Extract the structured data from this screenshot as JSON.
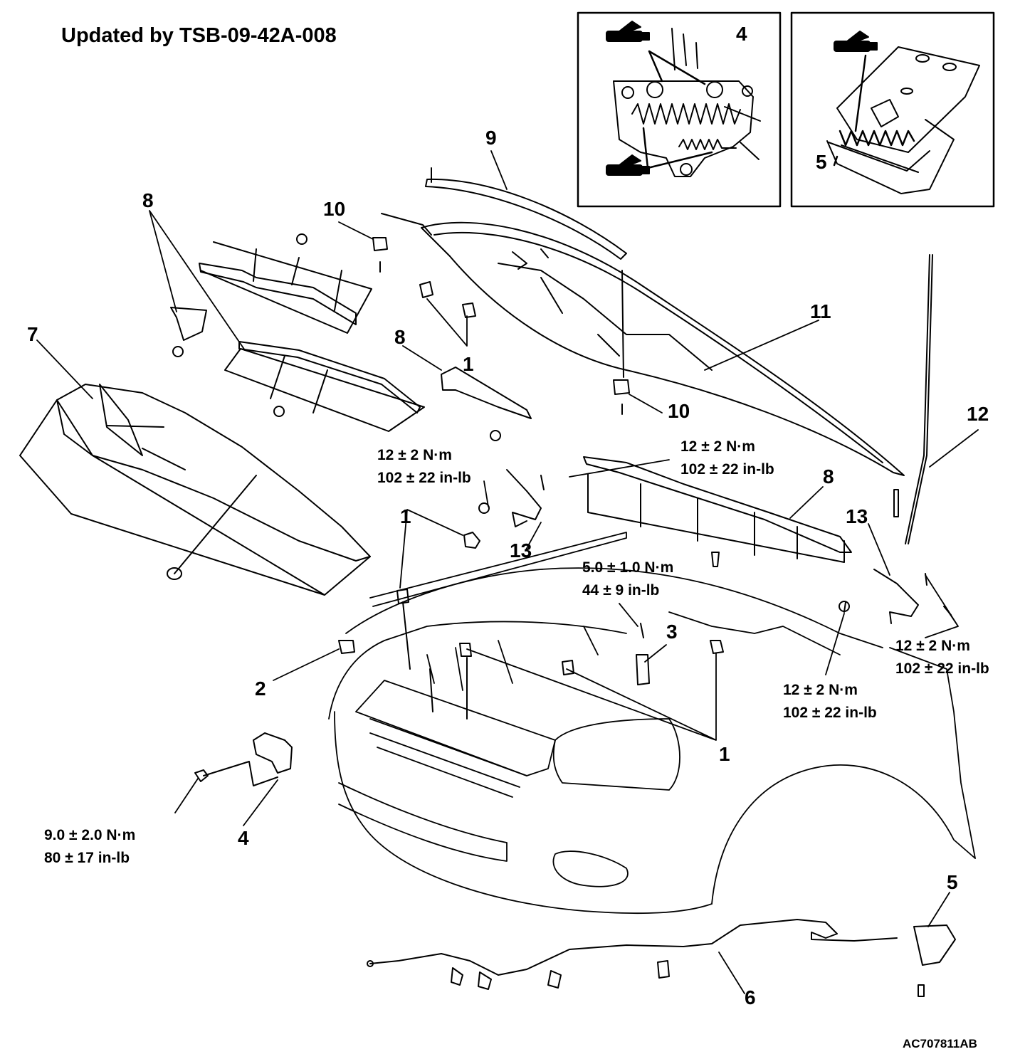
{
  "title": "Updated by TSB-09-42A-008",
  "figure_id": "AC707811AB",
  "callouts": {
    "c1_top": "1",
    "c1_mid": "1",
    "c1_bottom": "1",
    "c2": "2",
    "c3": "3",
    "c4_inset": "4",
    "c4_bottom": "4",
    "c5_inset": "5",
    "c5_bottom": "5",
    "c6": "6",
    "c7": "7",
    "c8_left": "8",
    "c8_center": "8",
    "c8_right": "8",
    "c9": "9",
    "c10_left": "10",
    "c10_right": "10",
    "c11": "11",
    "c12": "12",
    "c13_left": "13",
    "c13_right": "13"
  },
  "torques": {
    "hinge_left": {
      "nm": "12 ± 2 N·m",
      "inlb": "102 ± 22 in-lb"
    },
    "hinge_upper": {
      "nm": "12 ± 2 N·m",
      "inlb": "102 ± 22 in-lb"
    },
    "hinge_right": {
      "nm": "12 ± 2 N·m",
      "inlb": "102 ± 22 in-lb"
    },
    "hinge_right_bolt": {
      "nm": "12 ± 2 N·m",
      "inlb": "102 ± 22 in-lb"
    },
    "striker": {
      "nm": "5.0 ± 1.0 N·m",
      "inlb": "44 ± 9 in-lb"
    },
    "latch": {
      "nm": "9.0 ± 2.0 N·m",
      "inlb": "80 ± 17 in-lb"
    }
  },
  "icons": [
    "grease-gun-icon",
    "grease-gun-icon",
    "grease-gun-icon"
  ],
  "colors": {
    "ink": "#000000",
    "paper": "#ffffff"
  }
}
